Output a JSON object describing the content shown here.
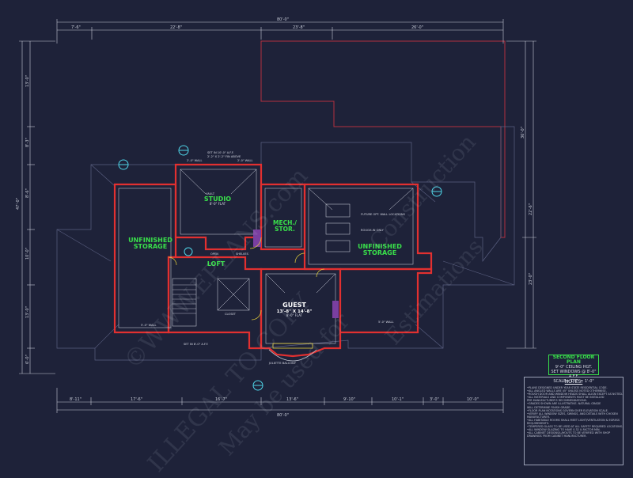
{
  "rooms": [
    {
      "id": "unfinished-storage-left",
      "name": "UNFINISHED\nSTORAGE"
    },
    {
      "id": "studio",
      "name": "STUDIO",
      "sub": "8'-0\" FLAT"
    },
    {
      "id": "mech-stor",
      "name": "MECH./\nSTOR."
    },
    {
      "id": "unfinished-storage-right",
      "name": "UNFINISHED\nSTORAGE"
    },
    {
      "id": "loft",
      "name": "LOFT"
    },
    {
      "id": "guest",
      "name": "GUEST",
      "size": "13'-8\" X 14'-8\"",
      "sub": "8'-0\" FLAT"
    }
  ],
  "small_labels": {
    "set_in": "SET IN 10'-0\" A.F.F.",
    "fin_above": "2'-2\" X 2'-2\" FIN ABOVE",
    "studio_wall_a": "2'-0\" WALL",
    "studio_wall_b": "2'-0\" WALL",
    "vault": "VAULT",
    "open": "OPEN",
    "shelves": "SHELVES",
    "future": "FUTURE OPT. WALL LOCATIONS",
    "rough": "ROUGH-IN ONLY",
    "wall_left": "5'-0\" WALL",
    "wall_right": "5'-0\" WALL",
    "closet": "CLOSET",
    "balcony": "JULIETTE\nBALCONY",
    "set_in_b": "SET IN 8'-0\" A.F.F."
  },
  "dims_top": {
    "overall": "80'-0\"",
    "a": "7'-6\"",
    "b": "22'-8\"",
    "c": "23'-8\"",
    "d": "26'-0\""
  },
  "dims_bottom": {
    "overall": "80'-0\"",
    "a": "8'-11\"",
    "b": "17'-6\"",
    "c": "16'-7\"",
    "d": "13'-6\"",
    "e": "9'-10\"",
    "f": "10'-1\"",
    "g": "3'-0\"",
    "h": "10'-0\""
  },
  "dims_left": {
    "overall": "47'-0\"",
    "a": "13'-0\"",
    "b": "8'-3\"",
    "c": "8'-6\"",
    "d": "10'-0\"",
    "e": "13'-0\"",
    "f": "6'-0\""
  },
  "dims_right": {
    "overall": "36'-0\"",
    "a": "22'-6\"",
    "b": "23'-0\""
  },
  "title_block": {
    "title": "SECOND FLOOR PLAN",
    "line1": "9'-0\" CEILING HGT.",
    "line2": "SET WINDOWS @ 8'-0\" A.F.F.",
    "line3": "SCALE= 1/4\" = 1'-0\""
  },
  "notes": {
    "heading": "NOTES:",
    "lines": [
      "•PLANS DESIGNED UNDER YEAR STATE RESIDENTIAL CODE.",
      "•ALL ANGLED WALLS ARE 45° UNLESS NOTED OTHERWISE.",
      "•ROUGH DOOR AND WINDOW HEADS SHALL ALIGN EXCEPT AS NOTED.",
      "•ALL MATERIALS AND COMPONENTS MUST BE INSTALLED",
      "  PER MANUFACTURER'S RECOMMENDATIONS.",
      "•GRADES SHOWN ARE ILLUSTRATIVE. NATURAL GRADE",
      "  WILL DETERMINE FINISH GRADE.",
      "•FLOOR PLAN NOTATIONS GOVERN OVER ELEVATION SCALE.",
      "•VERIFY ALL WINDOW SIZES, SWINGS, AND DETAILS WITH CHOSEN",
      "  MANUFACTURER.",
      "•ALL HABITABLE ROOMS SHALL MEET LIGHT/VENTILATION & EGRESS",
      "  REQUIREMENTS.",
      "•TEMPERED GLASS TO BE USED AT ALL SAFETY REQUIRED LOCATIONS.",
      "•ALL WINDOW GLAZING TO HAVE 0.32 U-FACTOR MIN.",
      "•ALL CABINET DESIGNS/LAYOUTS TO BE VERIFIED WITH SHOP",
      "  DRAWINGS FROM CABINET MANUFACTURER."
    ]
  },
  "watermark": {
    "a": "©WWW.EPLANS.com",
    "b": "ILLEGAL TO COPY",
    "c": "Construction",
    "d": "May be used for",
    "e": "Estimations"
  }
}
